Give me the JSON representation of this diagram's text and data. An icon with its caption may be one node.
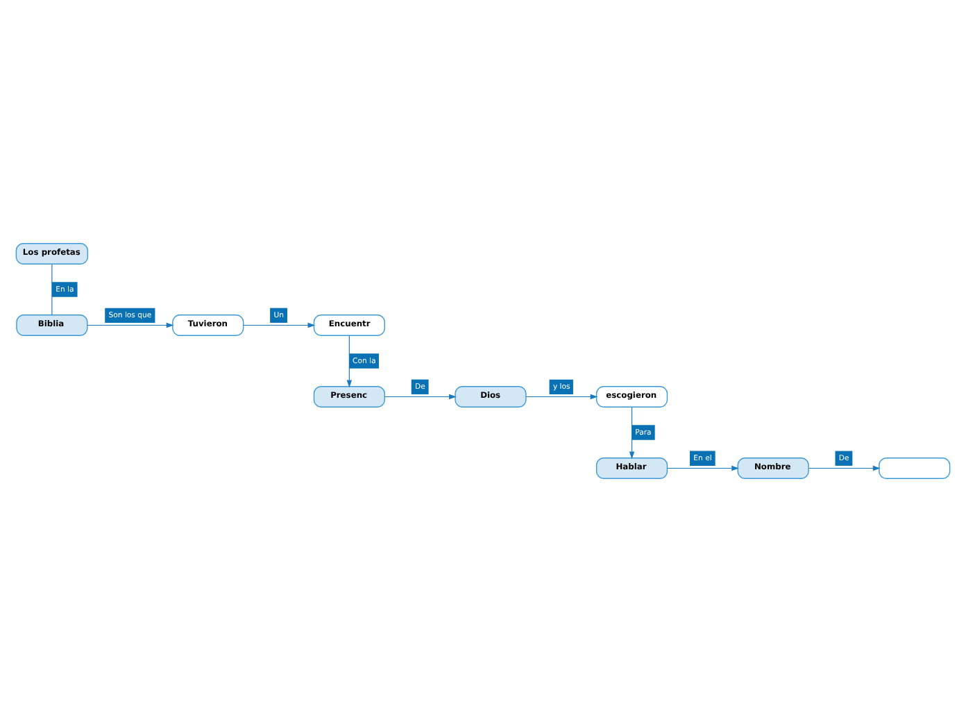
{
  "diagram": {
    "nodes": [
      {
        "text": [
          "Los profetas"
        ]
      },
      {
        "text": [
          "Biblia"
        ]
      },
      {
        "text": [
          "Tuvieron"
        ]
      },
      {
        "text": [
          "Encuentr"
        ]
      },
      {
        "text": [
          "Presenc"
        ]
      },
      {
        "text": [
          "Dios"
        ]
      },
      {
        "text": [
          "escogieron"
        ]
      },
      {
        "text": [
          "Hablar"
        ]
      },
      {
        "text": [
          "Nombre"
        ]
      },
      {
        "text": [],
        "shape": "box"
      }
    ],
    "edges": [
      {
        "from": 0,
        "to": 1,
        "arrow": "none",
        "label": "En la"
      },
      {
        "from": 1,
        "to": 2,
        "arrow": "to",
        "label": "Son los que"
      },
      {
        "from": 2,
        "to": 3,
        "arrow": "to",
        "label": "Un"
      },
      {
        "from": 3,
        "to": 4,
        "arrow": "to",
        "label": "Con la"
      },
      {
        "from": 4,
        "to": 5,
        "arrow": "to",
        "label": "De"
      },
      {
        "from": 5,
        "to": 6,
        "arrow": "to",
        "label": "y los"
      },
      {
        "from": 6,
        "to": 7,
        "arrow": "to",
        "label": "Para"
      },
      {
        "from": 7,
        "to": 8,
        "arrow": "to",
        "label": "En el"
      },
      {
        "from": 8,
        "to": 9,
        "arrow": "to",
        "label": "De"
      }
    ]
  }
}
